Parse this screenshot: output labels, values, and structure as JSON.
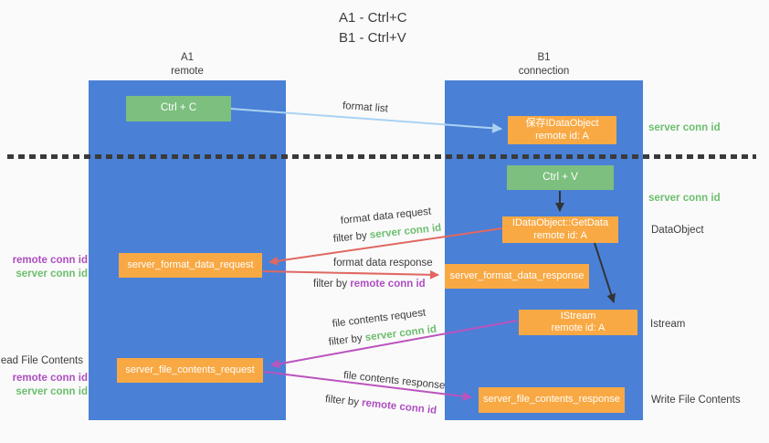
{
  "title": {
    "line1": "A1 - Ctrl+C",
    "line2": "B1 - Ctrl+V"
  },
  "lifelines": {
    "a1": {
      "name": "A1",
      "role": "remote"
    },
    "b1": {
      "name": "B1",
      "role": "connection"
    }
  },
  "boxes": {
    "ctrl_c": {
      "label": "Ctrl + C"
    },
    "ctrl_v": {
      "label": "Ctrl + V"
    },
    "save_dataobject": {
      "line1": "保存IDataObject",
      "line2": "remote id: A"
    },
    "getdata": {
      "line1": "IDataObject::GetData",
      "line2": "remote id: A"
    },
    "istream": {
      "line1": "IStream",
      "line2": "remote id: A"
    },
    "format_request": {
      "label": "server_format_data_request"
    },
    "format_response": {
      "label": "server_format_data_response"
    },
    "file_request": {
      "label": "server_file_contents_request"
    },
    "file_response": {
      "label": "server_file_contents_response"
    }
  },
  "left_labels": {
    "remote_conn_id_1": "remote conn id",
    "server_conn_id_1": "server conn id",
    "read_file_contents": "Read File Contents",
    "remote_conn_id_2": "remote conn id",
    "server_conn_id_2": "server conn id"
  },
  "right_labels": {
    "server_conn_id_1": "server conn id",
    "server_conn_id_2": "server conn id",
    "dataobject": "DataObject",
    "istream": "Istream",
    "write_file_contents": "Write File Contents"
  },
  "arrow_labels": {
    "format_list": "format list",
    "format_data_request": "format data request",
    "format_data_response": "format data response",
    "file_contents_request": "file contents request",
    "file_contents_response": "file contents response",
    "filter_by": "filter by ",
    "server_conn_id": "server conn id",
    "remote_conn_id": "remote conn id"
  },
  "colors": {
    "background": "#FAFAFA",
    "lifeline_blue": "#4A80D6",
    "box_green": "#7CBF7E",
    "box_orange": "#F8A944",
    "arrow_light_blue": "#AAD2F2",
    "arrow_red": "#E06862",
    "arrow_magenta": "#BC53BE",
    "arrow_black": "#333333",
    "text_green": "#6CBE6E",
    "text_purple": "#AE4FC0",
    "text_dark": "#3C3C3C"
  }
}
